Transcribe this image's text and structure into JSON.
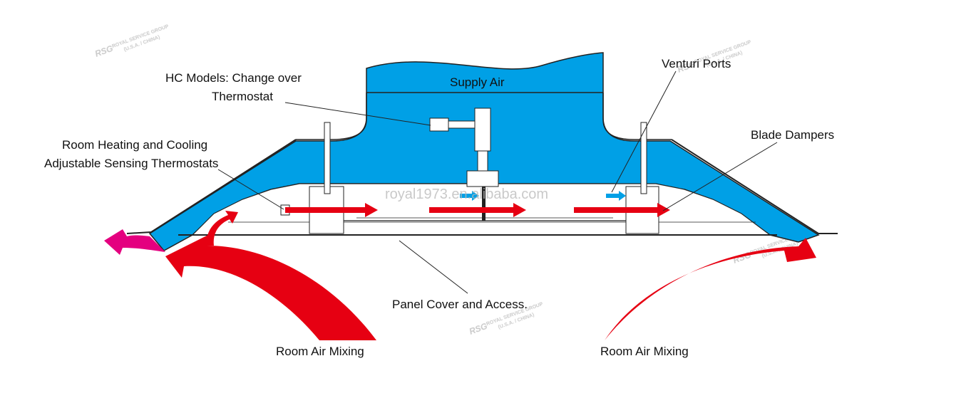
{
  "labels": {
    "supply_air": "Supply Air",
    "hc_models_line1": "HC Models:  Change over",
    "hc_models_line2": "Thermostat",
    "room_thermostats_line1": "Room Heating and Cooling",
    "room_thermostats_line2": "Adjustable Sensing Thermostats",
    "venturi_ports": "Venturi Ports",
    "blade_dampers": "Blade Dampers",
    "panel_cover": "Panel Cover and Access.",
    "room_air_mixing_left": "Room Air Mixing",
    "room_air_mixing_right": "Room Air Mixing"
  },
  "watermark": {
    "text": "royal1973.en.alibaba.com",
    "seal_logo": "RSG",
    "seal_line1": "ROYAL SERVICE GROUP",
    "seal_line2": "(U.S.A. / CHINA)"
  },
  "colors": {
    "supply_air_blue": "#00a0e6",
    "flow_arrow_red": "#e60012",
    "exhaust_magenta": "#e4007f",
    "outline": "#222222"
  }
}
